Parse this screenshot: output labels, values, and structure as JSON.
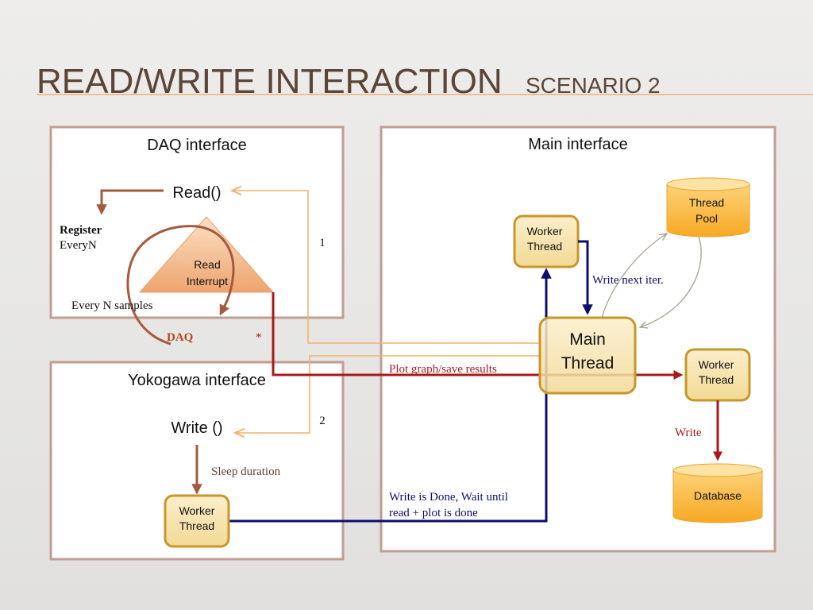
{
  "title": {
    "main": "READ/WRITE INTERACTION",
    "sub": "SCENARIO 2"
  },
  "daq_panel": {
    "title": "DAQ interface",
    "read_call": "Read()",
    "register_label": "Register",
    "register_value": "EveryN",
    "interrupt_line1": "Read",
    "interrupt_line2": "Interrupt",
    "every_n": "Every N samples",
    "daq_label": "DAQ",
    "asterisk": "*"
  },
  "yokogawa_panel": {
    "title": "Yokogawa interface",
    "write_call": "Write ()",
    "sleep": "Sleep duration",
    "worker_line1": "Worker",
    "worker_line2": "Thread"
  },
  "main_panel": {
    "title": "Main interface",
    "thread_pool_line1": "Thread",
    "thread_pool_line2": "Pool",
    "worker_top_line1": "Worker",
    "worker_top_line2": "Thread",
    "write_next": "Write next iter.",
    "main_thread_line1": "Main",
    "main_thread_line2": "Thread",
    "worker_right_line1": "Worker",
    "worker_right_line2": "Thread",
    "write_label": "Write",
    "database": "Database"
  },
  "connectors": {
    "label_1": "1",
    "label_2": "2",
    "plot_graph": "Plot graph/save results",
    "done_line1": "Write is Done, Wait until",
    "done_line2": "read + plot is done"
  },
  "colors": {
    "title": "#5b4438",
    "accent_line": "#f2a65a",
    "panel_border": "#c09e92",
    "brown_arrow": "#a45a3e",
    "red_arrow": "#a81a1a",
    "navy_arrow": "#0d0d6e",
    "orange_line": "#f2b266"
  }
}
